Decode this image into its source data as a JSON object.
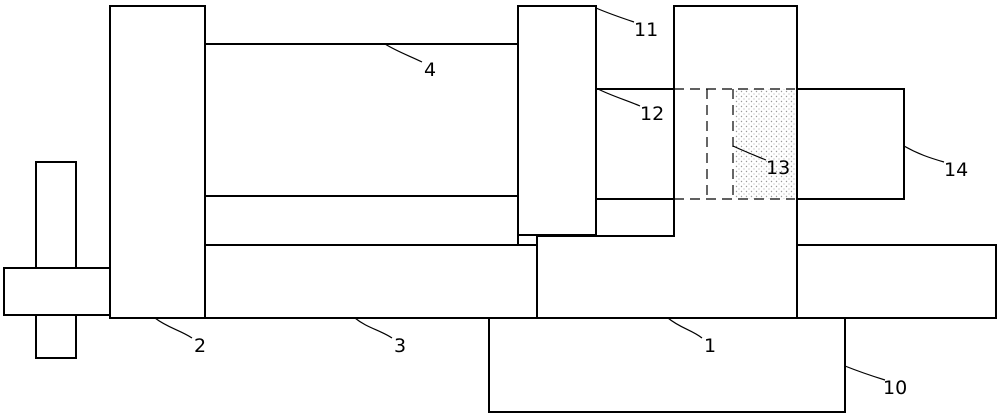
{
  "labels": {
    "part_1": "1",
    "part_2": "2",
    "part_3": "3",
    "part_4": "4",
    "part_10": "10",
    "part_11": "11",
    "part_12": "12",
    "part_13": "13",
    "part_14": "14"
  },
  "colors": {
    "stroke": "#000000",
    "fill": "#ffffff",
    "hatch_dot": "#9a9a9a"
  }
}
